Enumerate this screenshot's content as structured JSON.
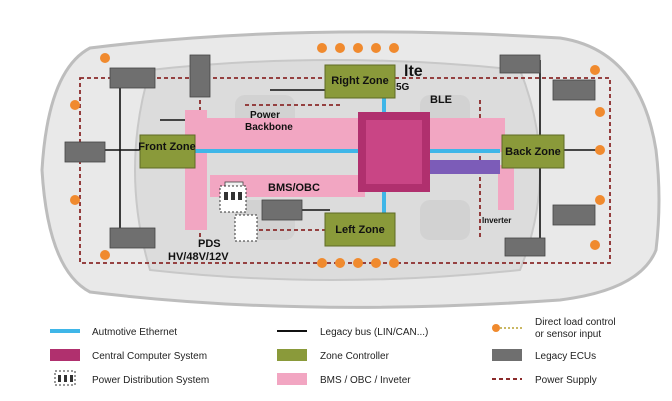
{
  "diagram": {
    "zones": {
      "front": "Front Zone",
      "back": "Back Zone",
      "right": "Right Zone",
      "left": "Left Zone"
    },
    "labels": {
      "power_backbone_line1": "Power",
      "power_backbone_line2": "Backbone",
      "bms_obc": "BMS/OBC",
      "pds_line1": "PDS",
      "pds_line2": "HV/48V/12V",
      "lte": "lte",
      "fiveg": "5G",
      "ble": "BLE",
      "inverter": "Inverter"
    }
  },
  "legend": {
    "ethernet": "Autmotive Ethernet",
    "central_computer": "Central Computer System",
    "power_distribution": "Power Distribution System",
    "legacy_bus": "Legacy bus (LIN/CAN...)",
    "zone_controller": "Zone Controller",
    "bms_obc_inverter": "BMS / OBC / Inveter",
    "direct_load_line1": "Direct load control",
    "direct_load_line2": "or sensor input",
    "legacy_ecus": "Legacy ECUs",
    "power_supply": "Power Supply"
  },
  "colors": {
    "ethernet": "#3fb6e8",
    "central": "#b0306e",
    "zone": "#8a9a3a",
    "bms": "#f2a6c2",
    "ecu": "#6f6f6f",
    "led": "#f08a2e",
    "power": "#8b2b2b"
  }
}
